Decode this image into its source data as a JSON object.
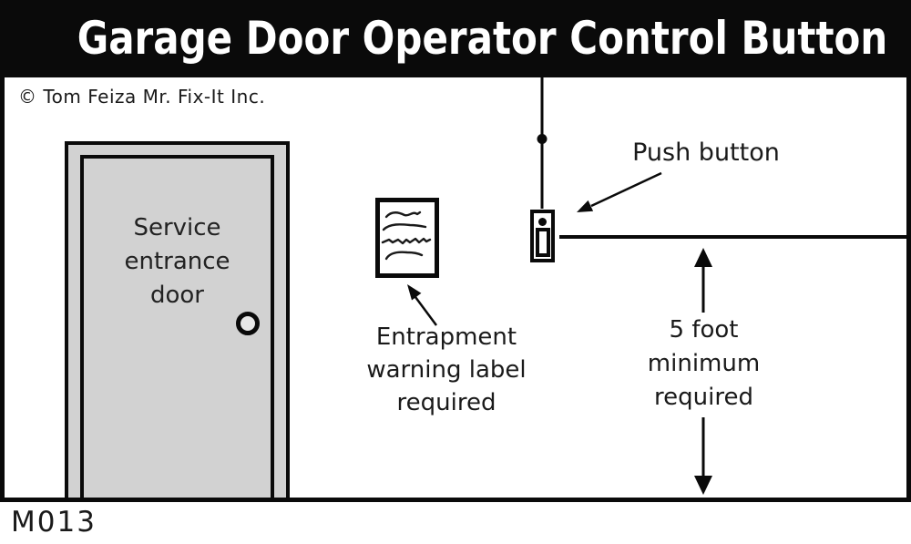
{
  "header": {
    "title": "Garage Door Operator Control Button"
  },
  "copyright": "© Tom Feiza Mr. Fix-It Inc.",
  "door": {
    "label_lines": [
      "Service",
      "entrance",
      "door"
    ]
  },
  "push_button": {
    "label": "Push button"
  },
  "entrapment": {
    "label_lines": [
      "Entrapment",
      "warning label",
      "required"
    ]
  },
  "clearance": {
    "label_lines": [
      "5 foot",
      "minimum",
      "required"
    ]
  },
  "diagram_code": "M013",
  "colors": {
    "line": "#0a0a0a",
    "banner_bg": "#0a0a0a",
    "banner_text": "#ffffff",
    "door_fill": "#d2d2d2",
    "knob_fill": "#e8e8e8",
    "background": "#ffffff"
  }
}
